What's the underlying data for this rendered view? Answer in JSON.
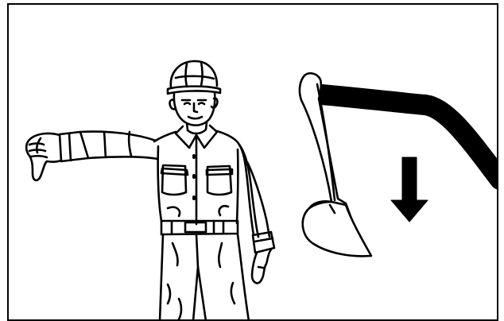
{
  "illustration": {
    "subject": "hand-signal-lower-boom",
    "figure": "worker-thumb-down",
    "machine_part": "excavator-arm-and-bucket",
    "direction": "down",
    "colors": {
      "ink": "#000000",
      "background": "#ffffff"
    }
  }
}
